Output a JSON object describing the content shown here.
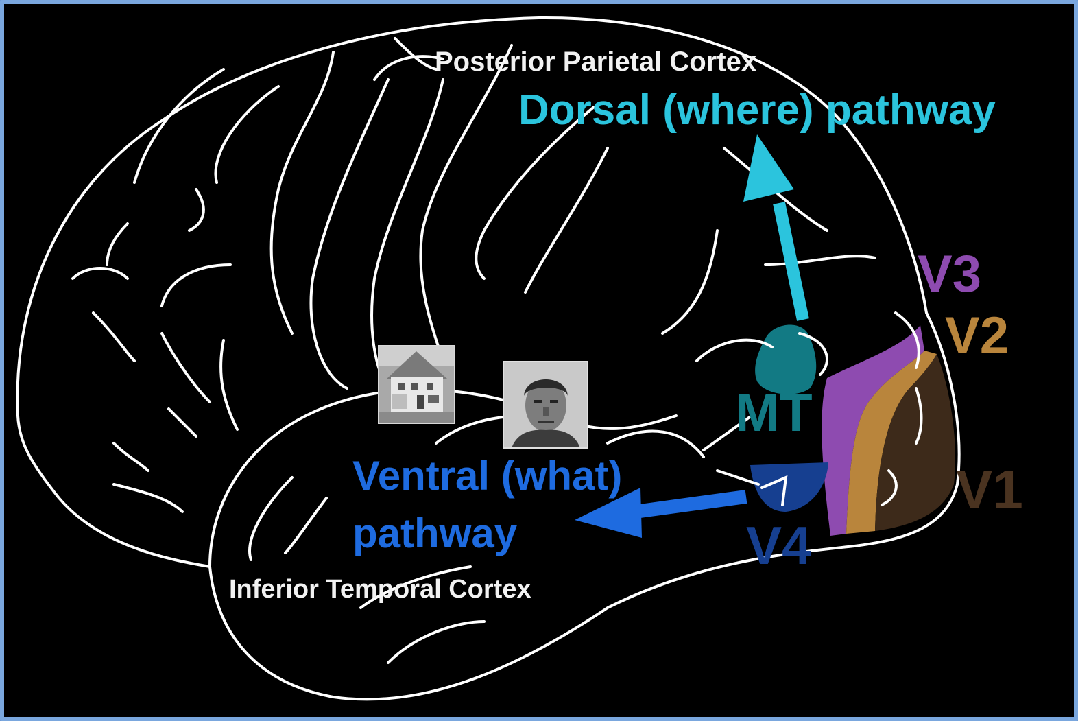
{
  "labels": {
    "posterior_parietal": "Posterior Parietal Cortex",
    "inferior_temporal": "Inferior Temporal Cortex",
    "dorsal": "Dorsal (where) pathway",
    "ventral": "Ventral (what)\npathway",
    "v1": "V1",
    "v2": "V2",
    "v3": "V3",
    "mt": "MT",
    "v4": "V4"
  },
  "images": [
    "house-photo",
    "face-photo"
  ],
  "colors": {
    "background": "#000000",
    "frame": "#7aa7de",
    "outline": "#ffffff",
    "dorsal": "#2bc4dd",
    "ventral": "#1e6be0",
    "v1": "#3d2a1a",
    "v2": "#b9853c",
    "v3": "#8e4bb0",
    "mt": "#127a84",
    "v4": "#163f90"
  }
}
